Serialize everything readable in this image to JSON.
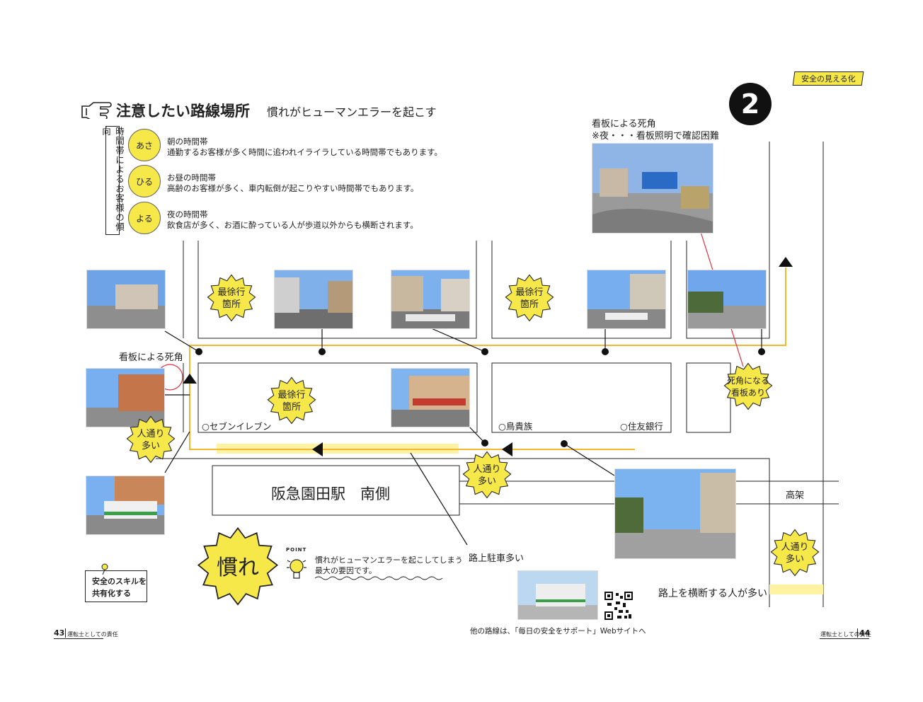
{
  "header": {
    "tag": "安全の見える化",
    "number": "2",
    "title": "注意したい路線場所",
    "subtitle": "慣れがヒューマンエラーを起こす"
  },
  "time_trends": {
    "vertical_label": "時間帯によるお客様の傾向",
    "items": [
      {
        "badge": "あさ",
        "title": "朝の時間帯",
        "desc": "通勤するお客様が多く時間に追われイライラしている時間帯でもあります。"
      },
      {
        "badge": "ひる",
        "title": "お昼の時間帯",
        "desc": "高齢のお客様が多く、車内転倒が起こりやすい時間帯でもあります。"
      },
      {
        "badge": "よる",
        "title": "夜の時間帯",
        "desc": "飲食店が多く、お酒に酔っている人が歩道以外からも横断されます。"
      }
    ]
  },
  "annotations": {
    "signboard_top_line1": "看板による死角",
    "signboard_top_line2": "※夜・・・看板照明で確認困難",
    "signboard_left": "看板による死角",
    "street_parking": "路上駐車多い",
    "jaywalking": "路上を横断する人が多い",
    "elevated": "高架",
    "station": "阪急園田駅　南側"
  },
  "bursts": {
    "slow1": [
      "最徐行",
      "箇所"
    ],
    "slow2": [
      "最徐行",
      "箇所"
    ],
    "slow3": [
      "最徐行",
      "箇所"
    ],
    "blind": [
      "死角になる",
      "看板あり"
    ],
    "people1": [
      "人通り",
      "多い"
    ],
    "people2": [
      "人通り",
      "多い"
    ],
    "people3": [
      "人通り",
      "多い"
    ],
    "nare": "慣れ"
  },
  "stores": {
    "seven": "○セブンイレブン",
    "torikizoku": "○鳥貴族",
    "sumitomo": "○住友銀行"
  },
  "point": {
    "label": "POINT",
    "line1": "慣れがヒューマンエラーを起こしてしまう",
    "line2": "最大の要因です。"
  },
  "skill_card": {
    "line1": "安全のスキルを",
    "line2": "共有化する"
  },
  "footer": {
    "left_page": "43",
    "left_label": "運転士としての責任",
    "right_page": "44",
    "right_label": "運転士としての責任",
    "website_note": "他の路線は、「毎日の安全をサポート」Webサイトへ"
  },
  "colors": {
    "yellow": "#f7e84a",
    "route": "#f5b731",
    "highlight": "#fff2a0",
    "red": "#e0303a"
  }
}
